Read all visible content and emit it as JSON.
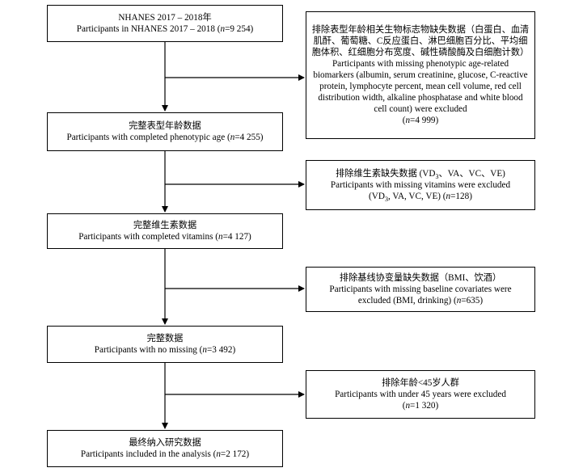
{
  "main": [
    {
      "cn": "NHANES 2017 – 2018年",
      "en": "Participants in NHANES 2017 – 2018 (n=9 254)"
    },
    {
      "cn": "完整表型年龄数据",
      "en": "Participants with completed phenotypic age (n=4 255)"
    },
    {
      "cn": "完整维生素数据",
      "en": "Participants with completed vitamins (n=4 127)"
    },
    {
      "cn": "完整数据",
      "en": "Participants with no missing (n=3 492)"
    },
    {
      "cn": "最终纳入研究数据",
      "en": "Participants included in the analysis (n=2 172)"
    }
  ],
  "exclusions": [
    {
      "cn": "排除表型年龄相关生物标志物缺失数据（白蛋白、血清肌酐、葡萄糖、C反应蛋白、淋巴细胞百分比、平均细胞体积、红细胞分布宽度、碱性磷酸酶及白细胞计数）",
      "en": "Participants with missing phenotypic age-related biomarkers (albumin, serum creatinine, glucose, C-reactive protein, lymphocyte percent, mean cell volume, red cell distribution width, alkaline phosphatase and white blood cell count) were excluded",
      "n": "(n=4 999)"
    },
    {
      "cn": "排除维生素缺失数据 (VD3、VA、VC、VE)",
      "en": "Participants with missing vitamins were excluded",
      "n": "(VD3, VA, VC, VE) (n=128)"
    },
    {
      "cn": "排除基线协变量缺失数据（BMI、饮酒）",
      "en": "Participants with missing baseline covariates were excluded (BMI, drinking) (n=635)",
      "n": ""
    },
    {
      "cn": "排除年龄<45岁人群",
      "en": "Participants with under 45 years were excluded",
      "n": "(n=1 320)"
    }
  ]
}
